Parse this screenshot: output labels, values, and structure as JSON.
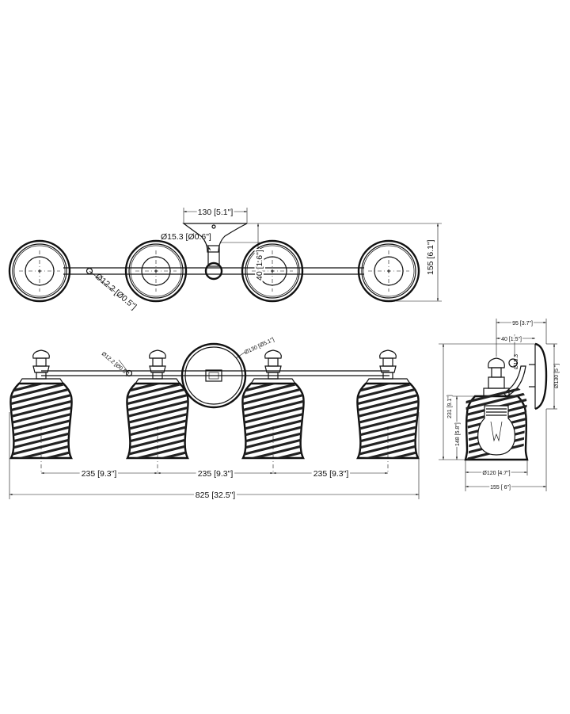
{
  "top_view": {
    "canopy_width": "130 [5.1\"]",
    "center_rod_dia": "Ø15.3 [Ø0.6\"]",
    "arm_dia": "Ø12.2 [Ø0.5\"]",
    "projection": "40 [1.6\"]",
    "depth": "155 [6.1\"]"
  },
  "front_view": {
    "arm_dia": "Ø12.2 [Ø0.5\"]",
    "backplate_dia": "Ø130 [Ø5.1\"]",
    "spacing_1": "235 [9.3\"]",
    "spacing_2": "235 [9.3\"]",
    "spacing_3": "235 [9.3\"]",
    "overall_width": "825 [32.5\"]"
  },
  "side_view": {
    "depth_95": "95 [3.7\"]",
    "depth_40": "40 [1.5\"]",
    "rod_dia": "Ø15.3",
    "backplate_dia": "Ø130 [5 \"]",
    "height_231": "231 [9.1\"]",
    "height_148": "148 [5.8\"]",
    "shade_dia": "Ø120 [4.7\"]",
    "base_155": "155 [ 6\"]"
  }
}
